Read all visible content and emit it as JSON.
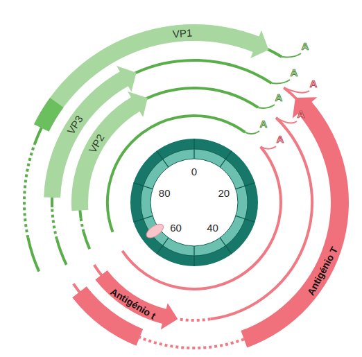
{
  "diagram": {
    "labels": [
      "VP1",
      "VP3",
      "VP2",
      "A",
      "A",
      "A",
      "A",
      "A",
      "A",
      "A",
      "Antigénio t",
      "Antigénio T",
      "0",
      "20",
      "40",
      "60",
      "80"
    ]
  }
}
